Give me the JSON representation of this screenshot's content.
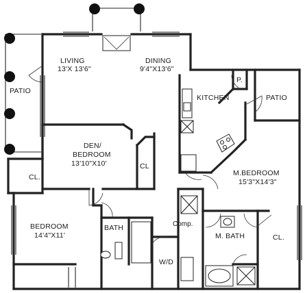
{
  "rooms": {
    "living": {
      "name": "LIVING",
      "size": "13'X 13'6\""
    },
    "dining": {
      "name": "DINING",
      "size": "9'4\"X13'6\""
    },
    "kitchen": {
      "name": "KITCHEN"
    },
    "patio_left": {
      "name": "PATIO"
    },
    "patio_right": {
      "name": "PATIO"
    },
    "den": {
      "name1": "DEN/",
      "name2": "BEDROOM",
      "size": "13'10\"X10'"
    },
    "den_closet": {
      "name": "CL"
    },
    "closet_left": {
      "name": "CL."
    },
    "master": {
      "name": "M.BEDROOM",
      "size": "15'3\"X14'3\""
    },
    "pantry": {
      "name": "P."
    },
    "bedroom": {
      "name": "BEDROOM",
      "size": "14'4\"X11'"
    },
    "bath": {
      "name": "BATH"
    },
    "comp": {
      "name": "Comp."
    },
    "m_bath": {
      "name": "M. BATH"
    },
    "m_closet": {
      "name": "CL."
    },
    "laundry": {
      "name": "W/D"
    }
  }
}
